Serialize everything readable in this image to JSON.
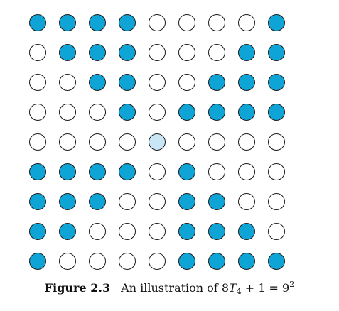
{
  "figure": {
    "colors": {
      "filled": "#0ea5d6",
      "empty": "#ffffff",
      "center": "#c9e6f7",
      "stroke": "#1a1a1a"
    },
    "grid": [
      "XXXXOOOOX",
      "OXXXOOOXX",
      "OOXXOOXXX",
      "OOOXOXXXX",
      "OOOOCOOOO",
      "XXXXOXOOO",
      "XXXOOXXOO",
      "XXOOOXXXO",
      "XOOOOXXXX"
    ]
  },
  "caption": {
    "label": "Figure 2.3",
    "text": "An illustration of ",
    "math_T": "T",
    "math_sub": "4",
    "math_mid": " + 1 = 9",
    "math_sup": "2"
  }
}
